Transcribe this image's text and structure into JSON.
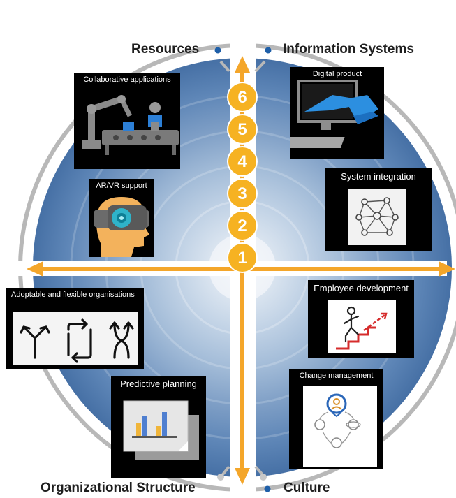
{
  "quadrants": {
    "top_left": "Resources",
    "top_right": "Information Systems",
    "bottom_left": "Organizational Structure",
    "bottom_right": "Culture"
  },
  "levels": [
    "1",
    "2",
    "3",
    "4",
    "5",
    "6"
  ],
  "panels": {
    "collaborative": "Collaborative applications",
    "digital_product": "Digital product",
    "ar_vr": "AR/VR support",
    "system_integration": "System integration",
    "adoptable": "Adoptable and flexible organisations",
    "employee_dev": "Employee development",
    "predictive": "Predictive planning",
    "change_mgmt": "Change management"
  },
  "colors": {
    "axis": "#f4a62a",
    "level_circle": "#f6b222",
    "ring_outer": "#4b78ae",
    "ring_inner": "#dde7f1",
    "frame_ring": "#b3b3b3",
    "label_dot": "#1f5fa8"
  }
}
